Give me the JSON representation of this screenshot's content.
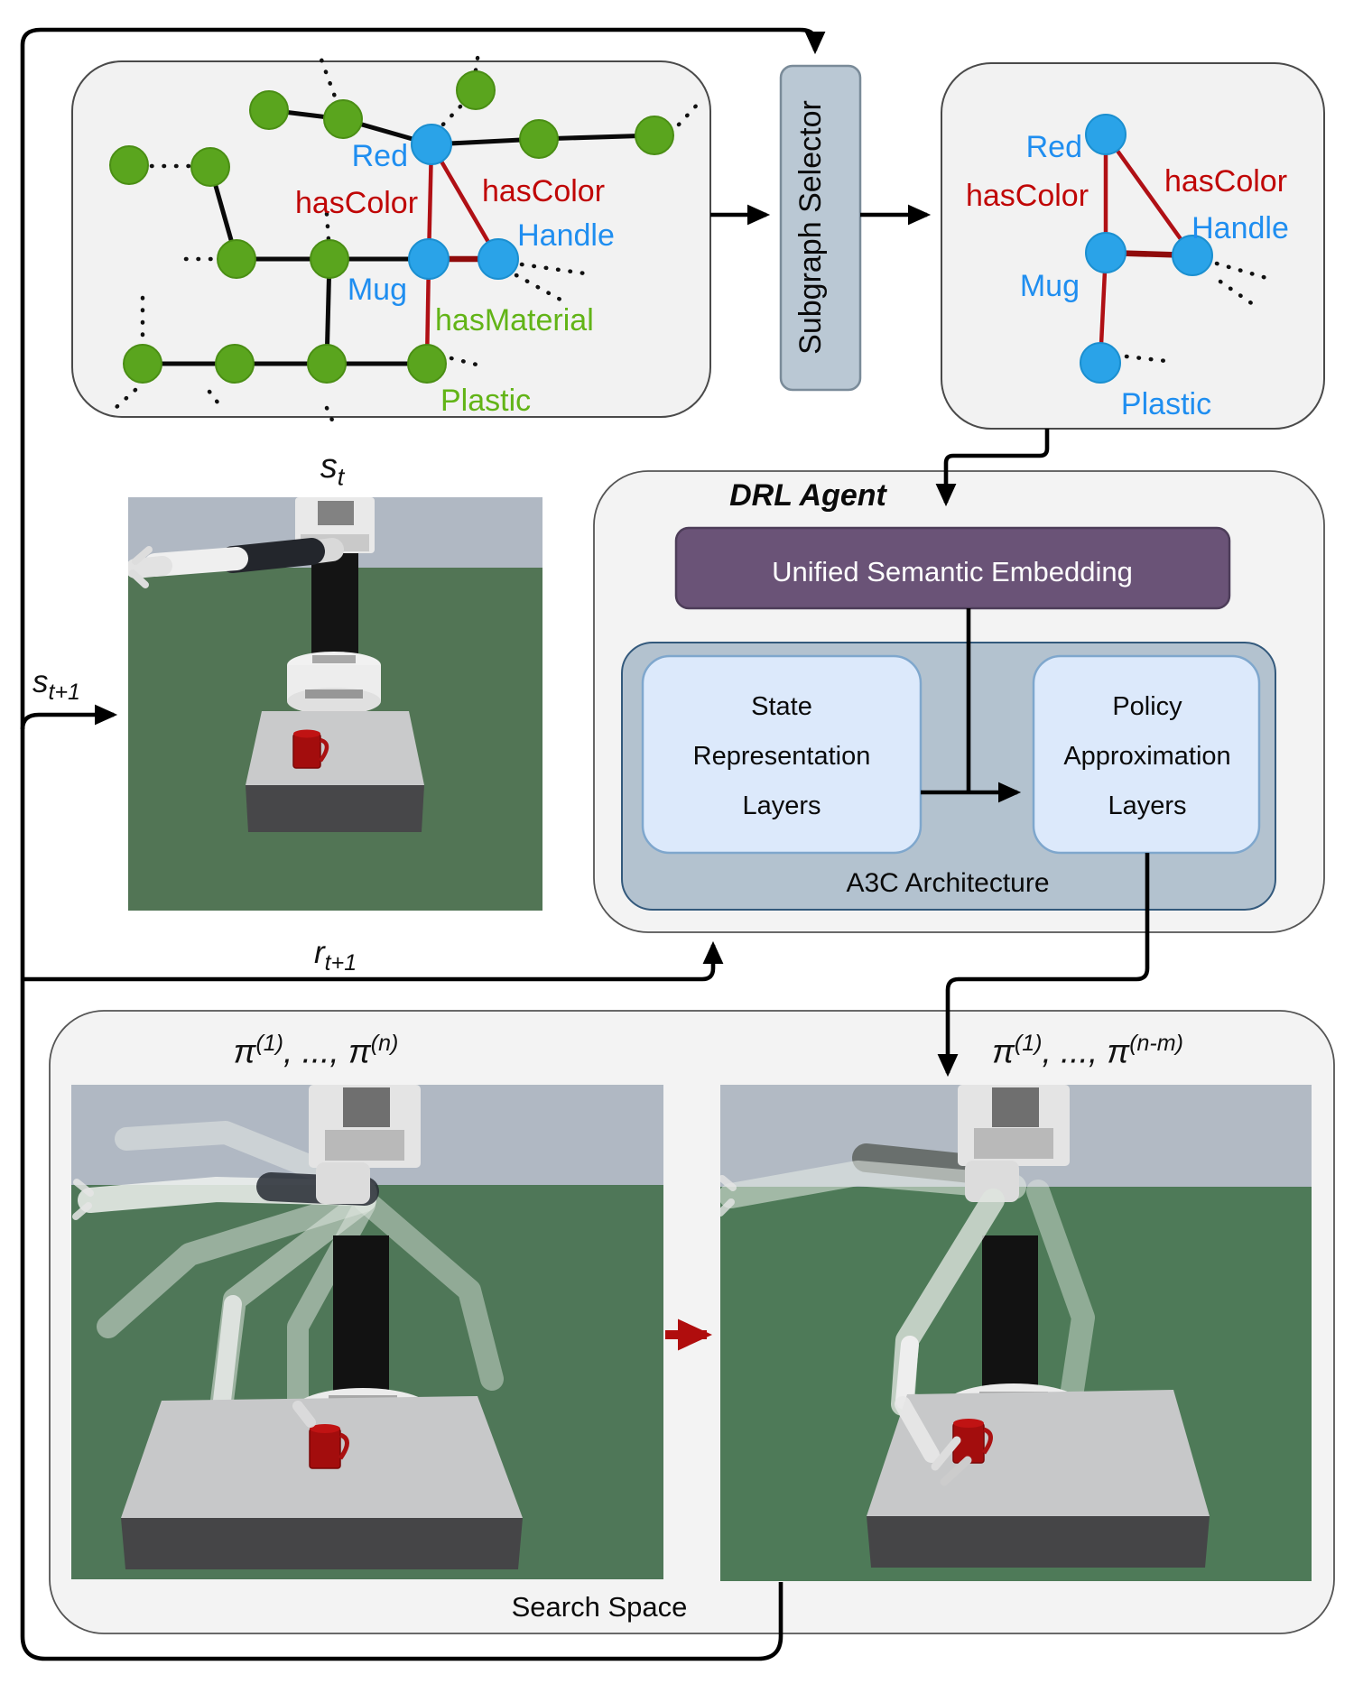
{
  "palette": {
    "panel_fill": "#f2f2f2",
    "panel_border": "#4a4a4a",
    "node_green": "#5aa51e",
    "node_blue": "#2aa3e8",
    "label_blue": "#1f8ef0",
    "label_red": "#c00606",
    "label_green": "#62b417",
    "edge_red": "#b01015",
    "edge_dark_red": "#8f0b0b",
    "selector_fill": "#bac8d4",
    "embedding_purple": "#6a5377",
    "a3c_fill": "#b3c2cf",
    "layer_box_fill": "#dce9fb",
    "sim_sky": "#b0b8c3",
    "sim_ground": "#527555",
    "mug_red": "#a30d0d",
    "transition_arrow_red": "#b00d0d"
  },
  "knowledge_graph_panel": {
    "node_labels": {
      "red": "Red",
      "handle": "Handle",
      "mug": "Mug",
      "plastic": "Plastic"
    },
    "edge_labels": {
      "has_color_1": "hasColor",
      "has_color_2": "hasColor",
      "has_material": "hasMaterial"
    }
  },
  "subgraph_selector": {
    "label": "Subgraph Selector"
  },
  "subgraph_panel": {
    "node_labels": {
      "red": "Red",
      "handle": "Handle",
      "mug": "Mug",
      "plastic": "Plastic"
    },
    "edge_labels": {
      "has_color_1": "hasColor",
      "has_color_2": "hasColor"
    }
  },
  "drl_agent": {
    "title": "DRL Agent",
    "embedding_label": "Unified Semantic Embedding",
    "a3c_label": "A3C Architecture",
    "state_box": {
      "line1": "State",
      "line2": "Representation",
      "line3": "Layers"
    },
    "policy_box": {
      "line1": "Policy",
      "line2": "Approximation",
      "line3": "Layers"
    }
  },
  "feedback_labels": {
    "state": {
      "base": "s",
      "sub": "t"
    },
    "next_state": {
      "base": "s",
      "sub": "t+1"
    },
    "reward": {
      "base": "r",
      "sub": "t+1"
    }
  },
  "policies": {
    "left": {
      "pi": "π",
      "sup1": "(1)",
      "middle": ", ..., ",
      "sup2": "(n)"
    },
    "right": {
      "pi": "π",
      "sup1": "(1)",
      "middle": ", ..., ",
      "sup2": "(n-m)"
    }
  },
  "search_space": {
    "label": "Search Space"
  }
}
